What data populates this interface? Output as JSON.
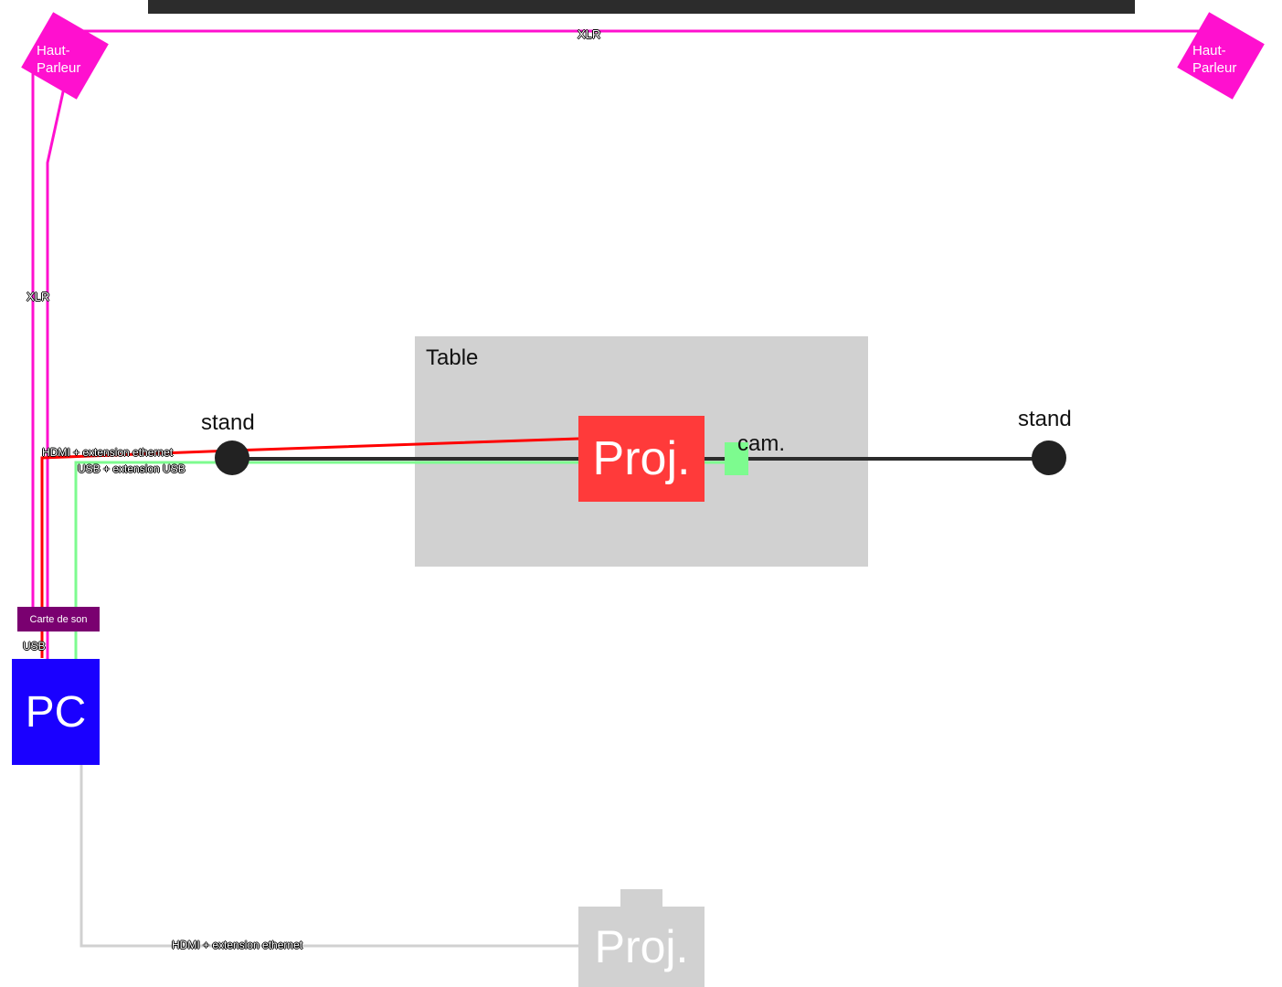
{
  "screen": {
    "name": "screen-bar"
  },
  "table": {
    "label": "Table"
  },
  "projector_top": {
    "label": "Proj.",
    "color": "#ff3a3a"
  },
  "projector_bottom": {
    "label": "Proj.",
    "color": "#d1d1d1"
  },
  "camera": {
    "label": "cam.",
    "color": "#7dfb8f"
  },
  "stands": {
    "left": "stand",
    "right": "stand"
  },
  "pc": {
    "label": "PC",
    "color": "#1a00ff"
  },
  "soundcard": {
    "label": "Carte de son",
    "color": "#7a0070"
  },
  "speakers": {
    "left": "Haut-\nParleur",
    "right": "Haut-\nParleur",
    "color": "#ff10cf"
  },
  "cables": {
    "xlr_top": "XLR",
    "xlr_left": "XLR",
    "hdmi_top": "HDMI + extension ethernet",
    "usb_ext": "USB + extension USB",
    "usb": "USB",
    "hdmi_bottom": "HDMI + extension ethernet",
    "colors": {
      "xlr": "#ff10cf",
      "hdmi": "#ff0000",
      "usb": "#7dfb8f",
      "hdmi_bottom": "#d1d1d1",
      "bar": "#2c2c2c"
    }
  }
}
